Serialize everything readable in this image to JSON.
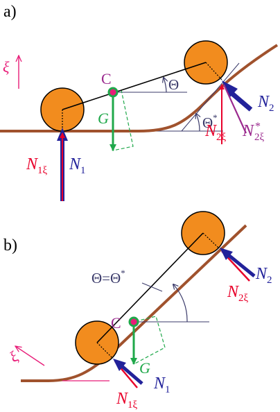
{
  "colors": {
    "track": "#a0522d",
    "wheel_fill": "#f28c1e",
    "outline": "#000000",
    "red": "#e8002a",
    "blue": "#22229a",
    "purple": "#9b2a8e",
    "green": "#1fa84a",
    "angle": "#3a3a6a",
    "magenta": "#e81c78"
  },
  "panel_a": {
    "label": "a)",
    "xi_label": "ξ",
    "c_label": "C",
    "g_label": "G",
    "theta_label": "Θ",
    "theta_star_label": "Θ",
    "theta_star_sup": "*",
    "n1": {
      "main": "N",
      "sub": "1"
    },
    "n1xi": {
      "main": "N",
      "sub": "1ξ"
    },
    "n2": {
      "main": "N",
      "sub": "2"
    },
    "n2xi": {
      "main": "N",
      "sub": "2ξ"
    },
    "n2xi_star": {
      "main": "N",
      "sub": "2ξ",
      "sup": "*"
    }
  },
  "panel_b": {
    "label": "b)",
    "xi_label": "ξ",
    "c_label": "C",
    "g_label": "G",
    "theta_eq_label": "Θ=Θ",
    "theta_eq_sup": "*",
    "n1": {
      "main": "N",
      "sub": "1"
    },
    "n1xi": {
      "main": "N",
      "sub": "1ξ"
    },
    "n2": {
      "main": "N",
      "sub": "2"
    },
    "n2xi": {
      "main": "N",
      "sub": "2ξ"
    }
  }
}
